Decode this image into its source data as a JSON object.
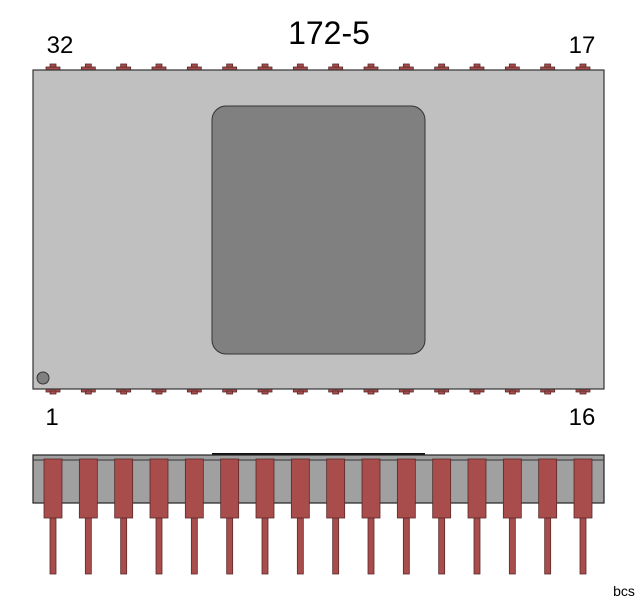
{
  "title": "172-5",
  "pin_labels": {
    "top_left": "32",
    "top_right": "17",
    "bottom_left": "1",
    "bottom_right": "16"
  },
  "pins_per_side": 16,
  "credit": "bcs",
  "colors": {
    "body": "#c0c0c0",
    "window": "#808080",
    "pin": "#a84c4c",
    "side_body": "#a0a0a0",
    "outline": "#333333"
  }
}
